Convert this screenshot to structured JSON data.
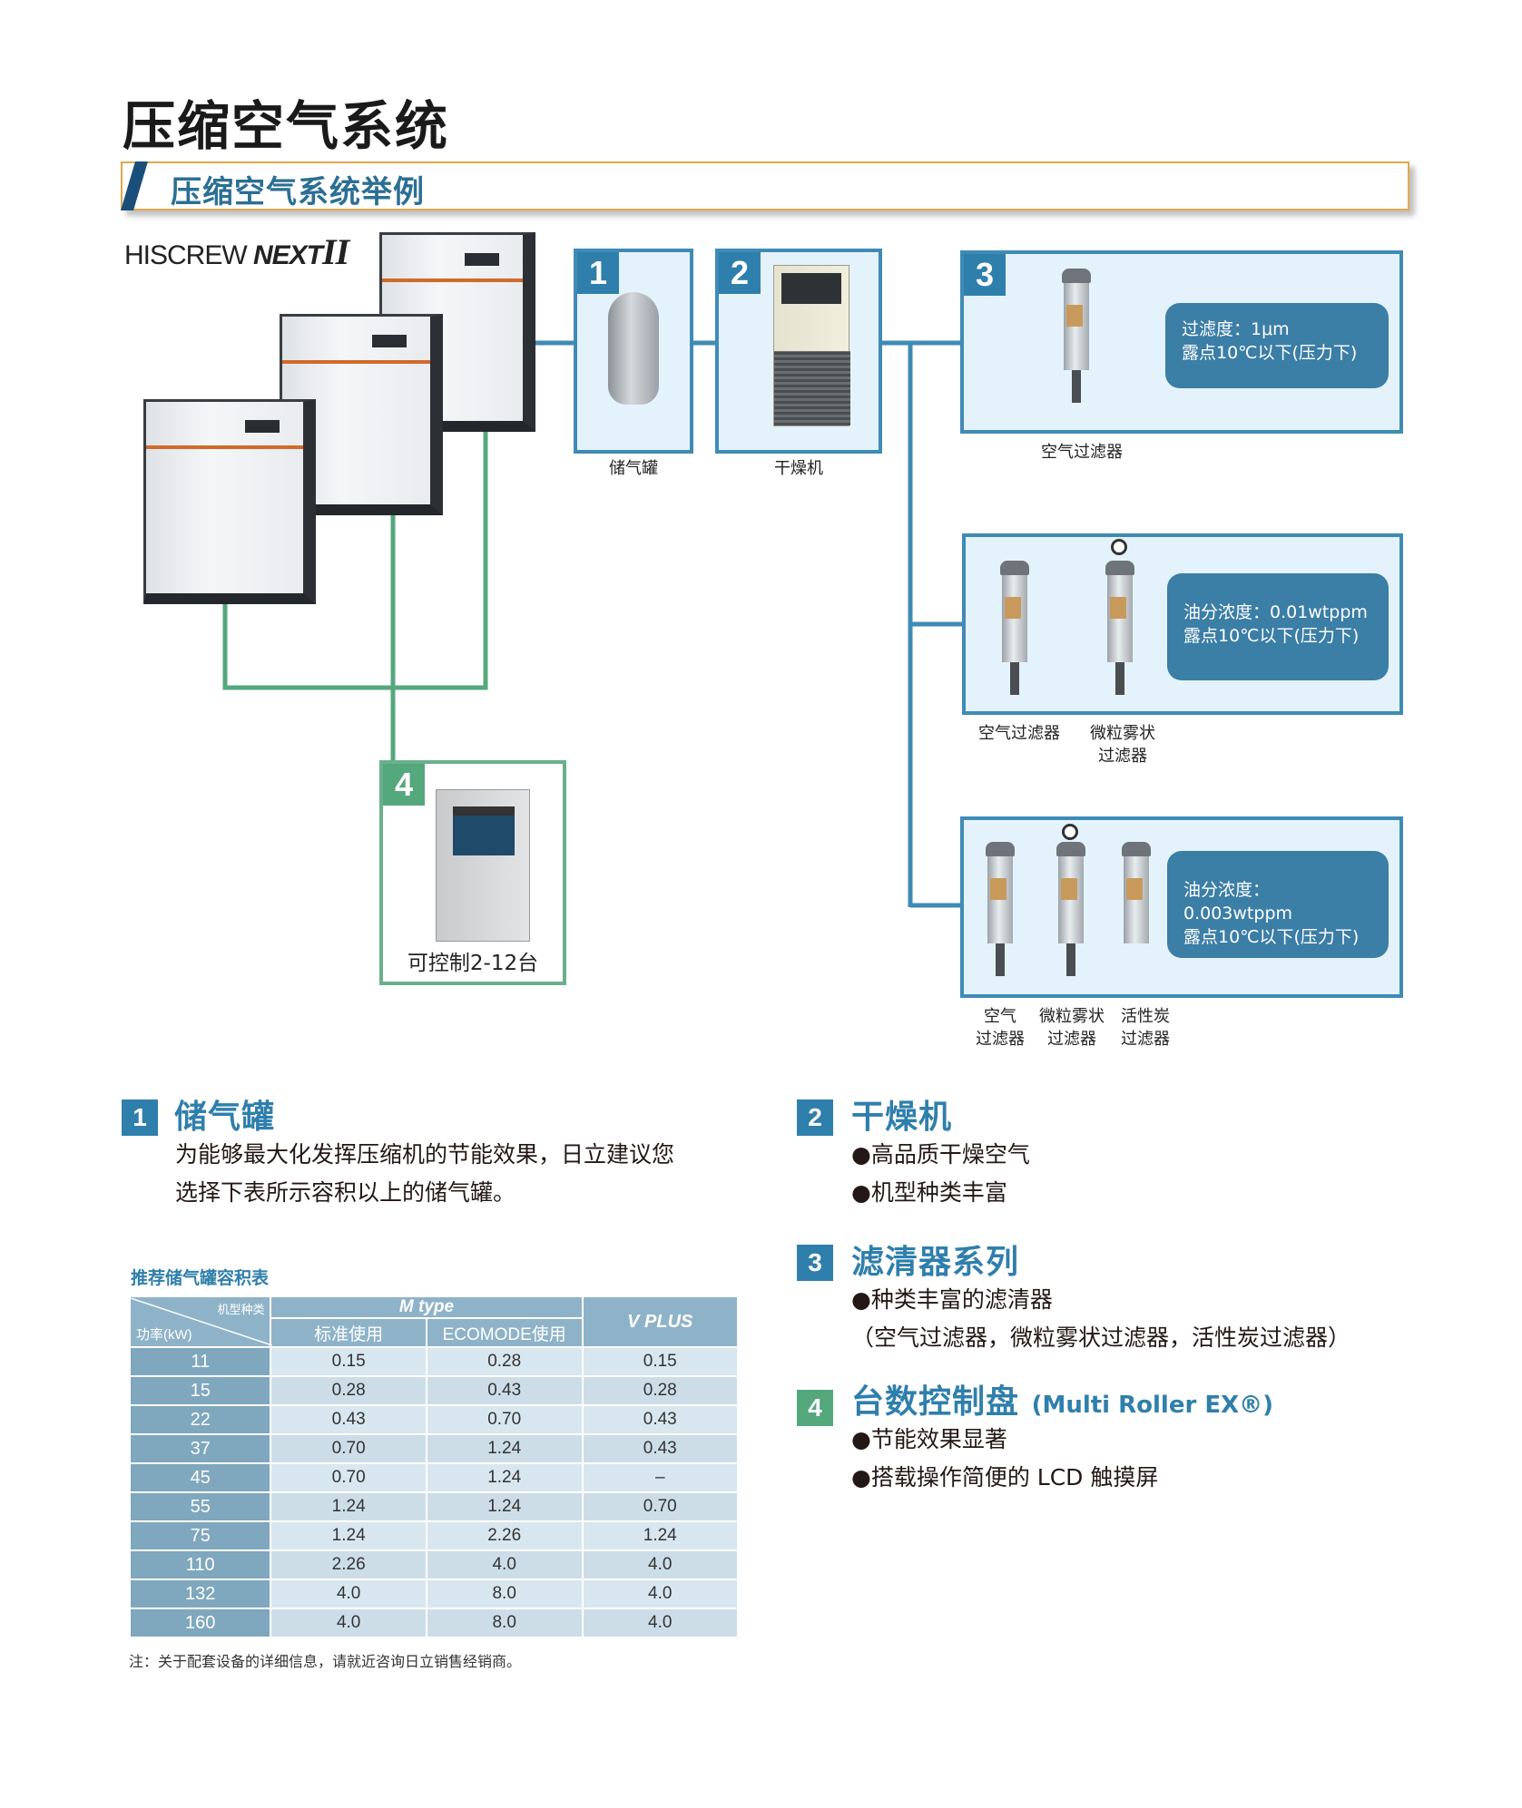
{
  "page": {
    "title": "压缩空气系统",
    "section_heading": "压缩空气系统举例"
  },
  "logo": {
    "prefix": "HISCREW ",
    "next": "NEXT",
    "roman": "II"
  },
  "diagram": {
    "box1": {
      "num": "1",
      "label": "储气罐"
    },
    "box2": {
      "num": "2",
      "label": "干燥机"
    },
    "box3": {
      "num": "3",
      "row1": {
        "info": [
          "过滤度：1μm",
          "露点10℃以下(压力下)"
        ],
        "labels": [
          "空气过滤器"
        ]
      },
      "row2": {
        "info": [
          "油分浓度：0.01wtppm",
          "露点10℃以下(压力下)"
        ],
        "labels": [
          "空气过滤器",
          "微粒雾状\n过滤器"
        ]
      },
      "row3": {
        "info": [
          "油分浓度：0.003wtppm",
          "露点10℃以下(压力下)"
        ],
        "labels": [
          "空气\n过滤器",
          "微粒雾状\n过滤器",
          "活性炭\n过滤器"
        ]
      }
    },
    "box4": {
      "num": "4",
      "label": "可控制2-12台"
    },
    "line_colors": {
      "main": "#3f8bb5",
      "control": "#55a77c"
    }
  },
  "sections": {
    "s1": {
      "num": "1",
      "title": "储气罐",
      "body": [
        "为能够最大化发挥压缩机的节能效果，日立建议您",
        "选择下表所示容积以上的储气罐。"
      ]
    },
    "s2": {
      "num": "2",
      "title": "干燥机",
      "body": [
        "●高品质干燥空气",
        "●机型种类丰富"
      ]
    },
    "s3": {
      "num": "3",
      "title": "滤清器系列",
      "body": [
        "●种类丰富的滤清器",
        "（空气过滤器，微粒雾状过滤器，活性炭过滤器）"
      ]
    },
    "s4": {
      "num": "4",
      "title": "台数控制盘",
      "title_sub": "(Multi Roller EX®)",
      "body": [
        "●节能效果显著",
        "●搭载操作简便的 LCD 触摸屏"
      ]
    }
  },
  "table": {
    "title": "推荐储气罐容积表",
    "corner_top": "机型种类",
    "corner_bottom": "功率(kW)",
    "group_m": "M type",
    "group_v": "V PLUS",
    "col_std": "标准使用",
    "col_eco": "ECOMODE使用",
    "rows": [
      [
        "11",
        "0.15",
        "0.28",
        "0.15"
      ],
      [
        "15",
        "0.28",
        "0.43",
        "0.28"
      ],
      [
        "22",
        "0.43",
        "0.70",
        "0.43"
      ],
      [
        "37",
        "0.70",
        "1.24",
        "0.43"
      ],
      [
        "45",
        "0.70",
        "1.24",
        "–"
      ],
      [
        "55",
        "1.24",
        "1.24",
        "0.70"
      ],
      [
        "75",
        "1.24",
        "2.26",
        "1.24"
      ],
      [
        "110",
        "2.26",
        "4.0",
        "4.0"
      ],
      [
        "132",
        "4.0",
        "8.0",
        "4.0"
      ],
      [
        "160",
        "4.0",
        "8.0",
        "4.0"
      ]
    ],
    "note": "注：关于配套设备的详细信息，请就近咨询日立销售经销商。"
  }
}
